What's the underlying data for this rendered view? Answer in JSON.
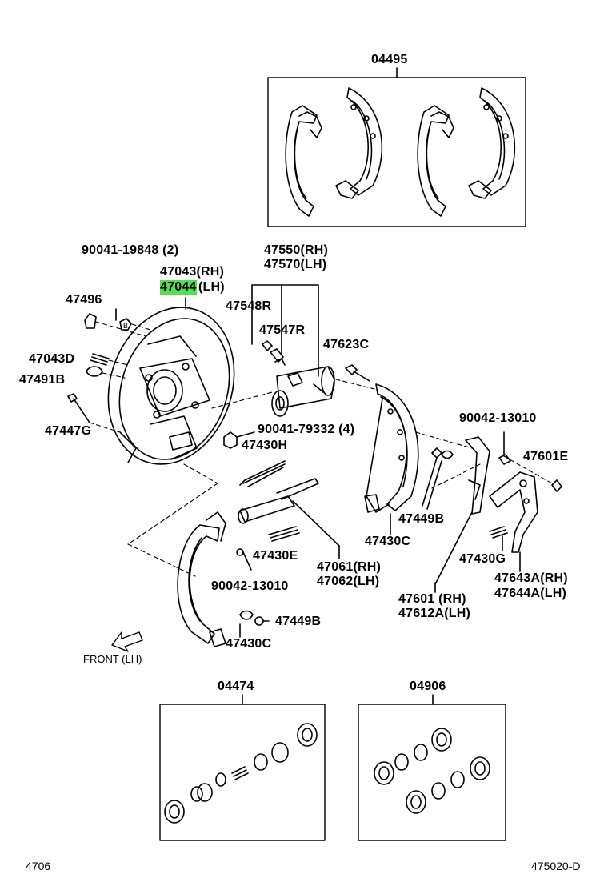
{
  "diagram": {
    "kits": {
      "shoe_kit": "04495",
      "cylinder_kit": "04474",
      "cup_kit": "04906"
    },
    "labels": {
      "bolt": "90041-19848 (2)",
      "plate_rh": "47043(RH)",
      "plate_lh_code": "47044",
      "plate_lh_side": "(LH)",
      "plug": "47496",
      "cyl_rh": "47550(RH)",
      "cyl_lh": "47570(LH)",
      "bleeder": "47548R",
      "bleeder_cap": "47547R",
      "pin_c": "47623C",
      "plug_d": "47043D",
      "boot_b": "47491B",
      "pin_g": "47447G",
      "nut": "90041-79332 (4)",
      "spring_h": "47430H",
      "clip_top": "90042-13010",
      "lever_e": "47601E",
      "spring_b": "47449B",
      "shoe_c": "47430C",
      "spring_e": "47430E",
      "adj_rh": "47061(RH)",
      "adj_lh": "47062(LH)",
      "clip_bottom": "90042-13010",
      "spring_g": "47430G",
      "lever_rh": "47643A(RH)",
      "lever_lh": "47644A(LH)",
      "park_rh": "47601 (RH)",
      "park_lh": "47612A(LH)",
      "spring_b2": "47449B",
      "shoe_c2": "47430C",
      "front": "FRONT (LH)"
    },
    "footer": {
      "left": "4706",
      "right": "475020-D"
    },
    "highlight_color": "#52e052"
  }
}
